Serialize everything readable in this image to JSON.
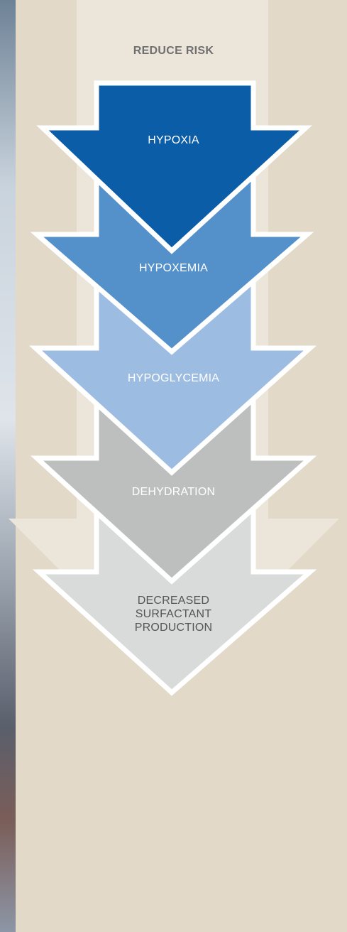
{
  "title": "REDUCE RISK",
  "steps": [
    {
      "label": "HYPOXIA",
      "fill": "#0c5da8",
      "text_color": "#ffffff"
    },
    {
      "label": "HYPOXEMIA",
      "fill": "#5490ca",
      "text_color": "#ffffff"
    },
    {
      "label": "HYPOGLYCEMIA",
      "fill": "#9dbce1",
      "text_color": "#ffffff"
    },
    {
      "label": "DEHYDRATION",
      "fill": "#bdbfbe",
      "text_color": "#ffffff"
    },
    {
      "label": "DECREASED\nSURFACTANT\nPRODUCTION",
      "fill": "#d9dbdb",
      "text_color": "#555555"
    }
  ],
  "colors": {
    "background": "#e2d9c8",
    "panel": "#ebe4d6",
    "outline": "#ffffff"
  }
}
